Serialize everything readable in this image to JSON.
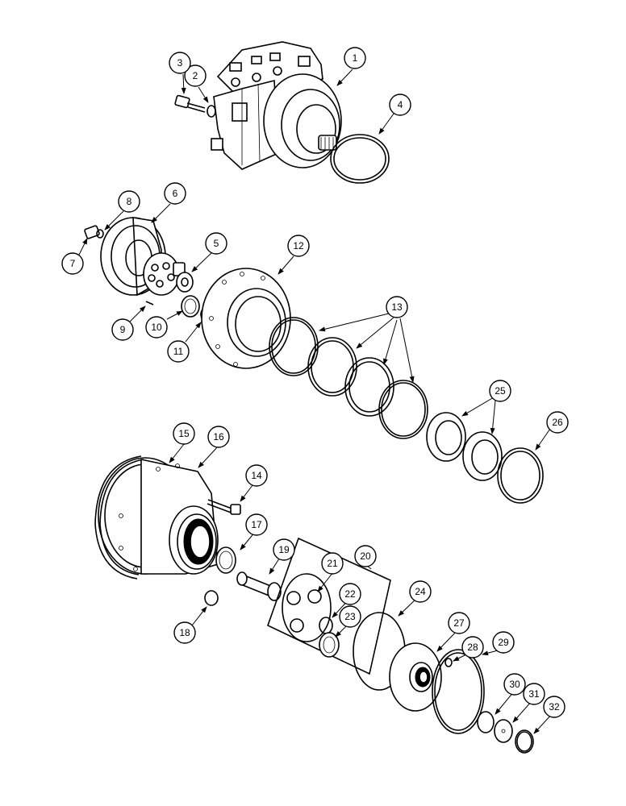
{
  "callouts": [
    {
      "num": "1"
    },
    {
      "num": "2"
    },
    {
      "num": "3"
    },
    {
      "num": "4"
    },
    {
      "num": "5"
    },
    {
      "num": "6"
    },
    {
      "num": "7"
    },
    {
      "num": "8"
    },
    {
      "num": "9"
    },
    {
      "num": "10"
    },
    {
      "num": "11"
    },
    {
      "num": "12"
    },
    {
      "num": "13"
    },
    {
      "num": "14"
    },
    {
      "num": "15"
    },
    {
      "num": "16"
    },
    {
      "num": "17"
    },
    {
      "num": "18"
    },
    {
      "num": "19"
    },
    {
      "num": "20"
    },
    {
      "num": "21"
    },
    {
      "num": "22"
    },
    {
      "num": "23"
    },
    {
      "num": "24"
    },
    {
      "num": "25"
    },
    {
      "num": "26"
    },
    {
      "num": "27"
    },
    {
      "num": "28"
    },
    {
      "num": "29"
    },
    {
      "num": "30"
    },
    {
      "num": "31"
    },
    {
      "num": "32"
    }
  ]
}
